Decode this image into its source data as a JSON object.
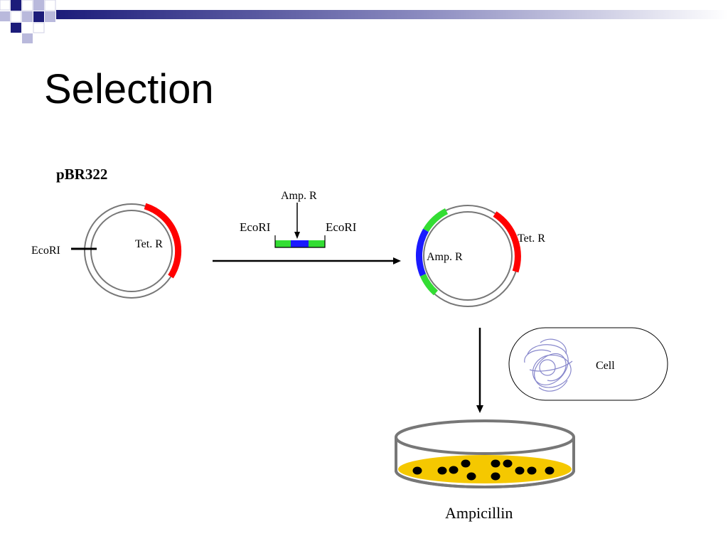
{
  "slide": {
    "title": "Selection"
  },
  "labels": {
    "plasmid_name": "pBR322",
    "ecori_left": "EcoRI",
    "tet_r_original": "Tet. R",
    "amp_r_insert": "Amp. R",
    "ecori_insert_left": "EcoRI",
    "ecori_insert_right": "EcoRI",
    "tet_r_recombinant": "Tet. R",
    "amp_r_recombinant": "Amp. R",
    "cell": "Cell",
    "dish": "Ampicillin"
  },
  "colors": {
    "resistance_tet": "#ff0000",
    "resistance_amp": "#1a1aff",
    "flank": "#33dd33",
    "agar": "#f5c800",
    "dna_coil": "#8888cc",
    "header_accent": "#1c1c7a"
  },
  "icons": {
    "plasmid": "circle",
    "cell": "rounded-oval",
    "petri_dish": "cylinder"
  }
}
